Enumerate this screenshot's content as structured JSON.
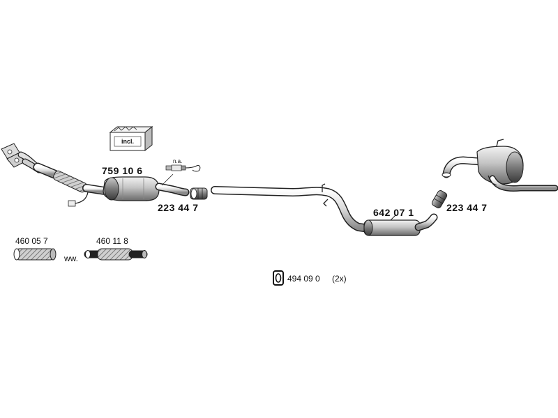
{
  "diagram": {
    "parts": {
      "catalytic_converter": "759 10 6",
      "clamp_front": "223 44 7",
      "middle_silencer": "642 07 1",
      "clamp_rear": "223 44 7",
      "flex_pipe_a": "460 05 7",
      "flex_pipe_b": "460 11 8",
      "rubber_mount": "494 09 0",
      "rubber_mount_qty": "(2x)"
    },
    "notes": {
      "sensor_na": "n.a.",
      "kit_incl": "incl.",
      "alternative": "ww."
    },
    "colors": {
      "line": "#222222",
      "fill_light": "#e6e6e6",
      "fill_mid": "#b0b0b0",
      "fill_dark": "#6e6e6e"
    },
    "icons": [
      "hardware-kit-icon",
      "lambda-sensor-icon",
      "rubber-mount-icon"
    ]
  }
}
